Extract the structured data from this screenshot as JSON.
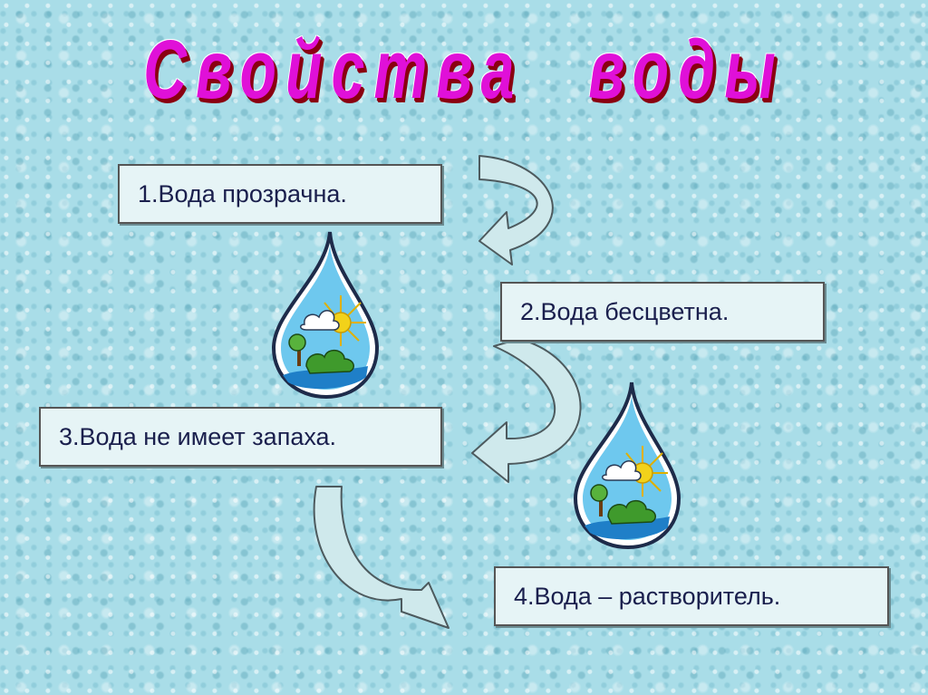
{
  "title": "Свойства  воды",
  "properties": [
    "1.Вода  прозрачна.",
    "2.Вода бесцветна.",
    "3.Вода не имеет запаха.",
    "4.Вода – растворитель."
  ],
  "colors": {
    "background": "#a9dde8",
    "title": "#e010d8",
    "title_shadow": "#8a0010",
    "box_fill": "#e6f4f6",
    "box_text": "#1a1f4d",
    "arrow_fill": "#cfe9ec",
    "arrow_stroke": "#4d5a5e",
    "drop_water": "#6ec8ee",
    "sun": "#f2d21a",
    "tree": "#3f9a2c"
  },
  "icons": [
    "curved-arrow-icon",
    "water-drop-landscape-icon"
  ]
}
